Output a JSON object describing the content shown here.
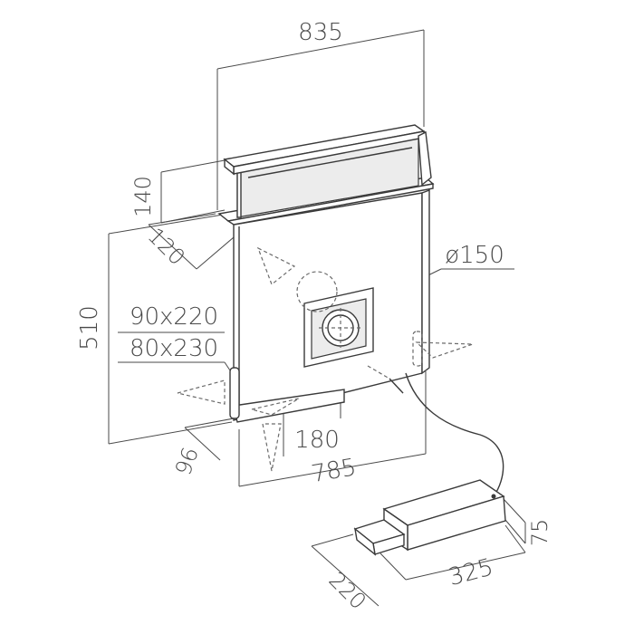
{
  "dimensions": {
    "width_top": "835",
    "slot_height": "140",
    "depth_top": "120",
    "diameter": "ø150",
    "height": "510",
    "opening_a": "90x220",
    "opening_b": "80x230",
    "outlet": "180",
    "depth_bottom": "96",
    "width_bottom": "785",
    "motor_height": "75",
    "motor_length": "325",
    "motor_width": "220"
  }
}
